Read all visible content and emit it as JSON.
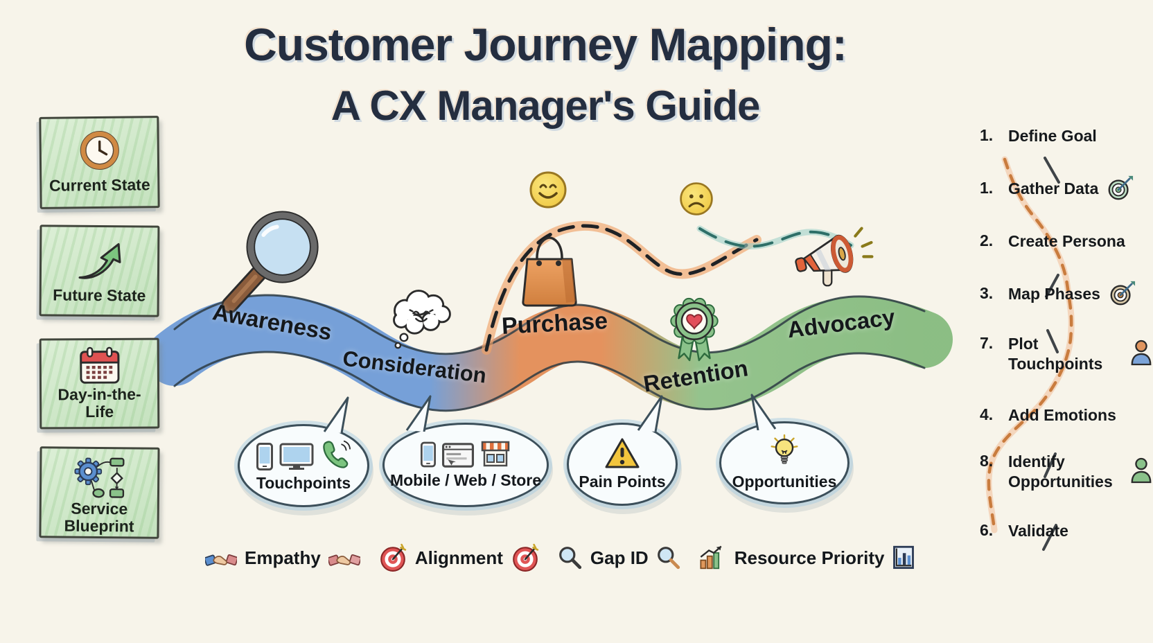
{
  "title": {
    "line1": "Customer Journey Mapping:",
    "line2": "A CX Manager's Guide"
  },
  "map_types": [
    {
      "label": "Current State",
      "icon": "clock-icon"
    },
    {
      "label": "Future State",
      "icon": "growth-arrow-icon"
    },
    {
      "label": "Day-in-the-Life",
      "icon": "calendar-icon"
    },
    {
      "label": "Service Blueprint",
      "icon": "gear-flowchart-icon"
    }
  ],
  "journey": {
    "stages": [
      {
        "label": "Awareness",
        "color": "#6b99d6",
        "icon": "magnifier-icon"
      },
      {
        "label": "Consideration",
        "color": "#6b99d6",
        "icon": "thought-cloud-icon"
      },
      {
        "label": "Purchase",
        "color": "#e28a52",
        "icon": "shopping-bag-icon"
      },
      {
        "label": "Retention",
        "color": "#8cbf85",
        "icon": "award-ribbon-icon"
      },
      {
        "label": "Advocacy",
        "color": "#83ba7c",
        "icon": "megaphone-icon"
      }
    ],
    "emotion_markers": [
      {
        "icon": "happy-face-icon"
      },
      {
        "icon": "sad-face-icon"
      }
    ]
  },
  "callouts": [
    {
      "label": "Touchpoints",
      "icons": [
        "smartphone-icon",
        "monitor-icon",
        "phone-handset-icon"
      ]
    },
    {
      "label": "Mobile / Web / Store",
      "icons": [
        "smartphone-icon",
        "browser-window-icon",
        "storefront-icon"
      ]
    },
    {
      "label": "Pain Points",
      "icons": [
        "warning-triangle-icon"
      ]
    },
    {
      "label": "Opportunities",
      "icons": [
        "lightbulb-icon"
      ]
    }
  ],
  "principles": [
    {
      "label": "Empathy",
      "icon": "handshake-icon"
    },
    {
      "label": "Alignment",
      "icon": "target-icon"
    },
    {
      "label": "Gap ID",
      "icon": "magnifier-icon"
    },
    {
      "label": "Resource Priority",
      "icon": "bar-chart-icon"
    }
  ],
  "steps": [
    {
      "number": "1.",
      "label": "Define Goal"
    },
    {
      "number": "1.",
      "label": "Gather Data",
      "icon": "target-dart-icon"
    },
    {
      "number": "2.",
      "label": "Create Persona"
    },
    {
      "number": "3.",
      "label": "Map Phases",
      "icon": "target-dart-icon"
    },
    {
      "number": "7.",
      "label": "Plot Touchpoints",
      "icon": "person-icon"
    },
    {
      "number": "4.",
      "label": "Add Emotions"
    },
    {
      "number": "8.",
      "label": "Identify Opportunities",
      "icon": "person-icon"
    },
    {
      "number": "6.",
      "label": "Validate"
    }
  ],
  "colors": {
    "background": "#f7f4ea",
    "title": "#242e40",
    "ribbon_blue": "#6b99d6",
    "ribbon_orange": "#e28a52",
    "ribbon_green": "#8cbf85",
    "box_green": "#cfe8cb"
  }
}
